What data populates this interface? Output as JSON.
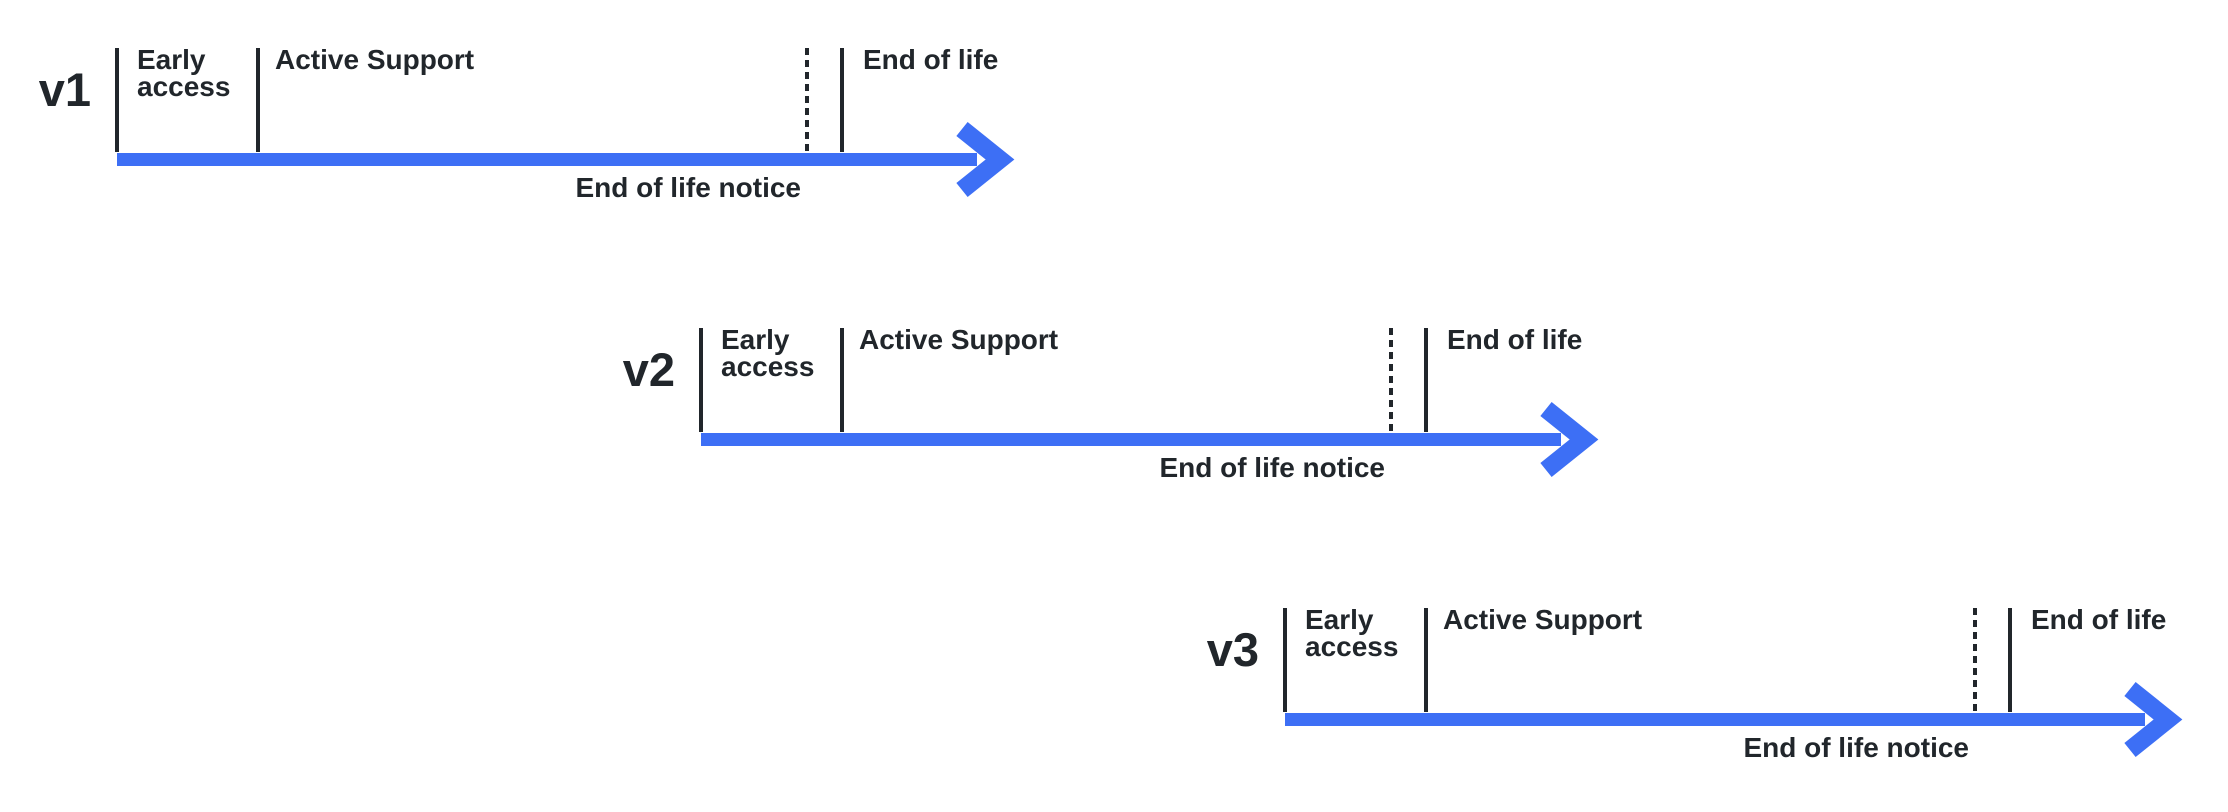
{
  "colors": {
    "background": "#ffffff",
    "arrow_blue": "#3d6ff5",
    "ink": "#21262b"
  },
  "timelines": [
    {
      "version": "v1",
      "phases": {
        "early_access": "Early access",
        "active_support": "Active Support",
        "end_of_life": "End of life",
        "eol_notice": "End of life notice"
      }
    },
    {
      "version": "v2",
      "phases": {
        "early_access": "Early access",
        "active_support": "Active Support",
        "end_of_life": "End of life",
        "eol_notice": "End of life notice"
      }
    },
    {
      "version": "v3",
      "phases": {
        "early_access": "Early access",
        "active_support": "Active Support",
        "end_of_life": "End of life",
        "eol_notice": "End of life notice"
      }
    }
  ]
}
